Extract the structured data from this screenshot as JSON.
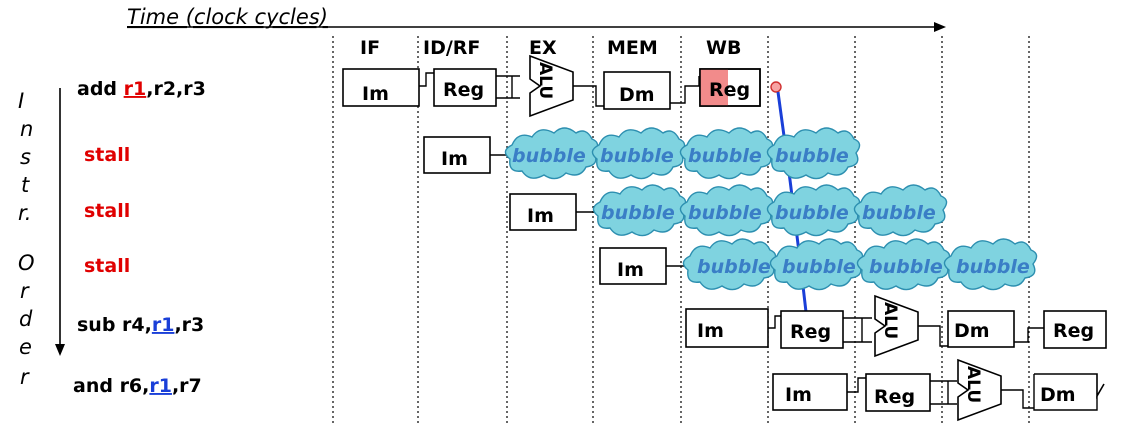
{
  "time_label": "Time (clock cycles)",
  "stage_headers": [
    "IF",
    "ID/RF",
    "EX",
    "MEM",
    "WB"
  ],
  "order_letters": [
    "I",
    "n",
    "s",
    "t",
    "r.",
    "",
    "O",
    "r",
    "d",
    "e",
    "r"
  ],
  "instructions": [
    {
      "pre": "add ",
      "reg": "r1",
      "post": ",r2,r3",
      "reg_color": "red"
    },
    {
      "stall": "stall"
    },
    {
      "stall": "stall"
    },
    {
      "stall": "stall"
    },
    {
      "pre": "sub r4,",
      "reg": "r1",
      "post": ",r3",
      "reg_color": "blue"
    },
    {
      "pre": "and r6,",
      "reg": "r1",
      "post": ",r7",
      "reg_color": "blue"
    }
  ],
  "labels": {
    "im": "Im",
    "reg": "Reg",
    "alu": "ALU",
    "dm": "Dm",
    "bubble": "bubble"
  },
  "colors": {
    "write_highlight": "#f28b8b",
    "forward_line": "#1a3fd8",
    "bubble_fill": "#7fd3e0"
  }
}
